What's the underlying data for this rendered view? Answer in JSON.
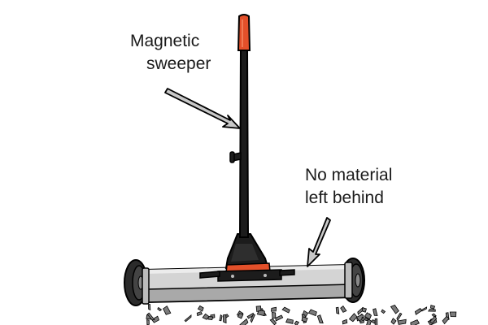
{
  "labels": {
    "sweeper": {
      "line1": "Magnetic",
      "line2": "sweeper"
    },
    "material": {
      "line1": "No material",
      "line2": "left behind"
    }
  },
  "colors": {
    "handle_grip": "#e3502a",
    "handle_shaft": "#1c1c1c",
    "sweeper_bar": "#d4d4d4",
    "sweeper_bar_shade": "#a9a9a9",
    "wheel": "#2b2b2b",
    "accent": "#e3502a",
    "debris": "#7c7c7c",
    "arrow_fill": "#c8c8c8",
    "outline": "#000000"
  },
  "icons": {
    "sweeper_arrow": "arrow-icon",
    "material_arrow": "arrow-icon"
  }
}
